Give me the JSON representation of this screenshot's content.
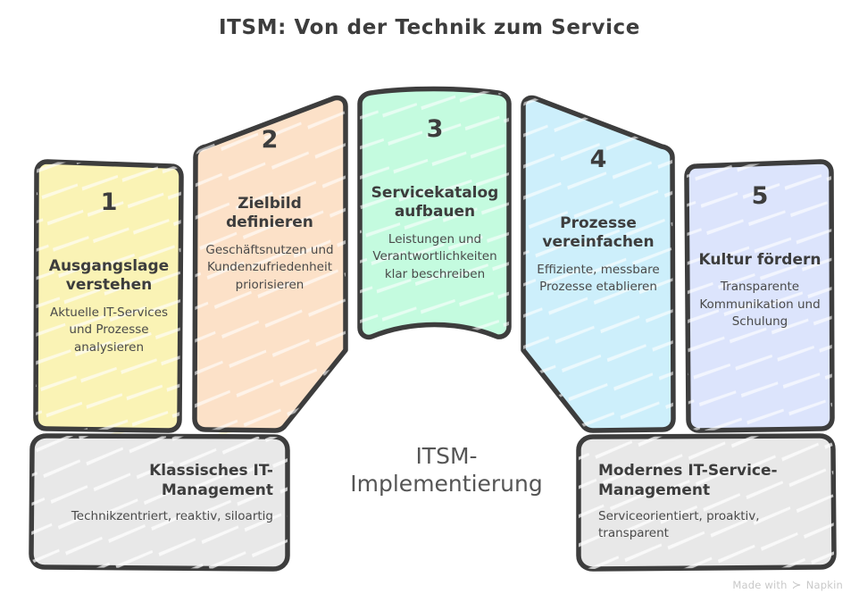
{
  "title": "ITSM: Von der Technik zum Service",
  "center_caption": "ITSM-\nImplementierung",
  "colors": {
    "step1_fill": "#FAF3B5",
    "step2_fill": "#FCE1C8",
    "step3_fill": "#C4FBDF",
    "step4_fill": "#CDEFFB",
    "step5_fill": "#DCE4FC",
    "gray_fill": "#E8E8E8",
    "outline": "#3d3d3d",
    "text": "#3d3d3d",
    "watermark": "#c9c9c9"
  },
  "steps": [
    {
      "number": "1",
      "heading": "Ausgangslage verstehen",
      "description": "Aktuelle IT-Services und Prozesse analysieren",
      "fill": "#FAF3B5"
    },
    {
      "number": "2",
      "heading": "Zielbild definieren",
      "description": "Geschäftsnutzen und Kundenzufriedenheit priorisieren",
      "fill": "#FCE1C8"
    },
    {
      "number": "3",
      "heading": "Servicekatalog aufbauen",
      "description": "Leistungen und Verantwortlichkeiten klar beschreiben",
      "fill": "#C4FBDF"
    },
    {
      "number": "4",
      "heading": "Prozesse vereinfachen",
      "description": "Effiziente, messbare Prozesse etablieren",
      "fill": "#CDEFFB"
    },
    {
      "number": "5",
      "heading": "Kultur fördern",
      "description": "Transparente Kommunikation und Schulung",
      "fill": "#DCE4FC"
    }
  ],
  "comparison": {
    "before": {
      "heading": "Klassisches IT-Management",
      "description": "Technikzentriert, reaktiv, siloartig"
    },
    "after": {
      "heading": "Modernes IT-Service-Management",
      "description": "Serviceorientiert, proaktiv, transparent"
    }
  },
  "watermark": {
    "text": "Made with",
    "brand": "Napkin",
    "mark": "napkin-logo-icon"
  }
}
